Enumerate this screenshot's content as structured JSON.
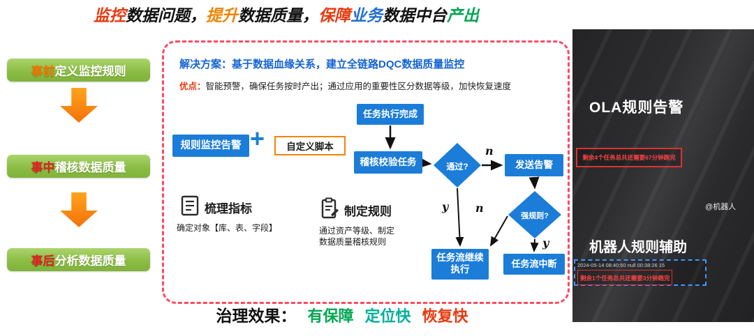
{
  "header": {
    "segments": [
      {
        "text": "监控",
        "color": "#e8380d"
      },
      {
        "text": "数据问题，",
        "color": "#111111"
      },
      {
        "text": "提升",
        "color": "#f08300"
      },
      {
        "text": "数据质量，",
        "color": "#111111"
      },
      {
        "text": "保障 ",
        "color": "#e8380d"
      },
      {
        "text": "业务",
        "color": "#1f6fd0"
      },
      {
        "text": "数据中台",
        "color": "#111111"
      },
      {
        "text": "产出",
        "color": "#00a651"
      }
    ]
  },
  "stages": {
    "items": [
      {
        "prefix": "事前",
        "prefix_color": "#f07800",
        "label": "定义监控规则"
      },
      {
        "prefix": "事中",
        "prefix_color": "#e02020",
        "label": "稽核数据质量"
      },
      {
        "prefix": "事后",
        "prefix_color": "#e02020",
        "label": "分析数据质量"
      }
    ]
  },
  "solution": {
    "heading": "解决方案：基于数据血缘关系，建立全链路DQC数据质量监控",
    "advantage_label": "优点：",
    "advantage_text": "智能预警，确保任务按时产出；通过应用的重要性区分数据等级，加快恢复速度"
  },
  "flow": {
    "task_done": "任务执行完成",
    "audit_task": "稽核校验任务",
    "rule_alarm": "规则监控告警",
    "plus_sign": "+",
    "custom_script": "自定义脚本",
    "pass_question": "通过?",
    "send_alert": "发送告警",
    "strong_rule_question": "强规则?",
    "continue_flow": "任务流继续执行",
    "interrupt_flow": "任务流中断",
    "label_pass_no": "n",
    "label_pass_yes": "y",
    "label_strong_no": "n",
    "label_strong_yes": "y"
  },
  "cards": {
    "sort_metrics": {
      "title": "梳理指标",
      "desc": "确定对象【库、表、字段】"
    },
    "make_rules": {
      "title": "制定规则",
      "desc": "通过资产等级、制定\n数据质量稽核规则"
    }
  },
  "right_panel": {
    "ola_title": "OLA规则告警",
    "ola_alert": "剩余4个任务总共还需要67分钟跑完",
    "robot_mention": "@机器人",
    "robot_title": "机器人规则辅助",
    "robot_meta": "2024-05-14  08:40:50  null  00:38:26  15",
    "robot_alert": "剩余1个任务总共还需要3分钟跑完"
  },
  "footer": {
    "label": "治理效果：",
    "effects": [
      {
        "text": "有保障",
        "color": "#00a651"
      },
      {
        "text": "定位快",
        "color": "#00b09b"
      },
      {
        "text": "恢复快",
        "color": "#e8380d"
      }
    ]
  }
}
